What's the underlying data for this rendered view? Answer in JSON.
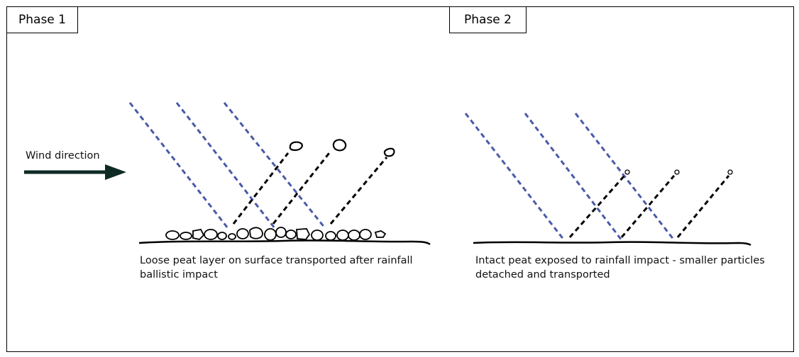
{
  "phase1": {
    "label": "Phase 1",
    "caption_line1": "Loose peat layer on surface transported after rainfall",
    "caption_line2": "ballistic impact"
  },
  "phase2": {
    "label": "Phase 2",
    "caption_line1": "Intact peat exposed to rainfall impact - smaller particles",
    "caption_line2": "detached and transported"
  },
  "wind": {
    "label": "Wind direction",
    "arrow_color": "#0f2a25"
  },
  "colors": {
    "rain": "#4a5aa8",
    "splash": "#000000",
    "ground": "#000000"
  },
  "icons": {
    "wind_arrow": "right-arrow-icon",
    "peat_particle": "peat-clod-icon",
    "small_particle": "small-particle-icon"
  }
}
